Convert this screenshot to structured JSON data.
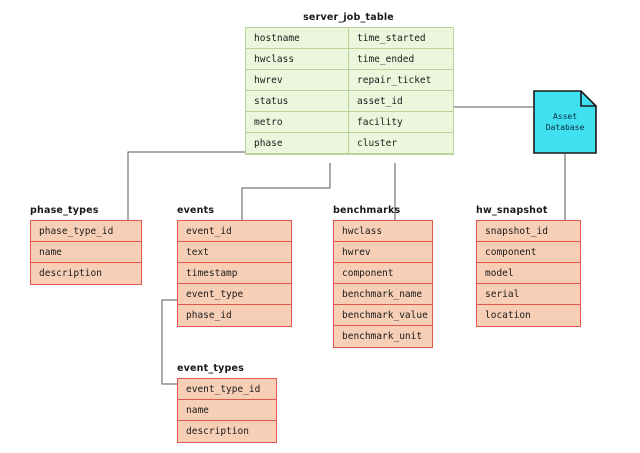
{
  "diagram": {
    "type": "entity-relationship-diagram",
    "background_color": "#ffffff",
    "main_entity_fill": "#ecf6dd",
    "main_entity_border": "#b8d49a",
    "entity_fill": "#f6cfb6",
    "entity_border": "#e2574c",
    "external_fill": "#3fe0f0",
    "external_border": "#1a1a1a",
    "connector_color": "#595959"
  },
  "main_table": {
    "title": "server_job_table",
    "columns_left": [
      "hostname",
      "hwclass",
      "hwrev",
      "status",
      "metro",
      "phase"
    ],
    "columns_right": [
      "time_started",
      "time_ended",
      "repair_ticket",
      "asset_id",
      "facility",
      "cluster"
    ]
  },
  "entities": [
    {
      "name": "phase_types",
      "title": "phase_types",
      "fields": [
        "phase_type_id",
        "name",
        "description"
      ]
    },
    {
      "name": "events",
      "title": "events",
      "fields": [
        "event_id",
        "text",
        "timestamp",
        "event_type",
        "phase_id"
      ]
    },
    {
      "name": "benchmarks",
      "title": "benchmarks",
      "fields": [
        "hwclass",
        "hwrev",
        "component",
        "benchmark_name",
        "benchmark_value",
        "benchmark_unit"
      ]
    },
    {
      "name": "hw_snapshot",
      "title": "hw_snapshot",
      "fields": [
        "snapshot_id",
        "component",
        "model",
        "serial",
        "location"
      ]
    },
    {
      "name": "event_types",
      "title": "event_types",
      "fields": [
        "event_type_id",
        "name",
        "description"
      ]
    }
  ],
  "external_source": {
    "label_line1": "Asset",
    "label_line2": "Database"
  }
}
